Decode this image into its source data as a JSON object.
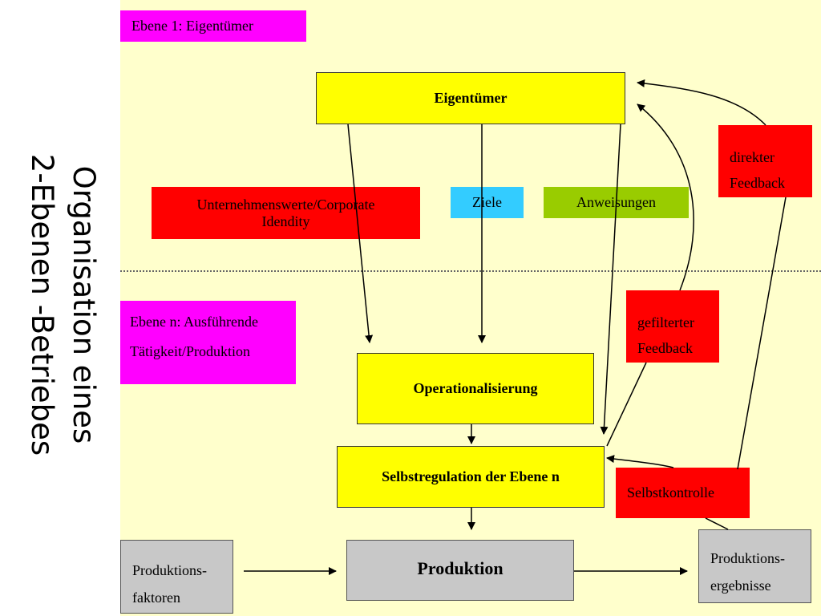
{
  "title": {
    "line1": "Organisation eines",
    "line2": "2-Ebenen -Betriebes"
  },
  "level1_label": "Ebene 1: Eigentümer",
  "leveln_label": {
    "line1": "Ebene n: Ausführende",
    "line2": "Tätigkeit/Produktion"
  },
  "boxes": {
    "eigentuemer": "Eigentümer",
    "unternehmenswerte": {
      "line1": "Unternehmenswerte/Corporate",
      "line2": "Idendity"
    },
    "ziele": "Ziele",
    "anweisungen": "Anweisungen",
    "direkter_feedback": {
      "line1": "direkter",
      "line2": "Feedback"
    },
    "gefilterter_feedback": {
      "line1": "gefilterter",
      "line2": "Feedback"
    },
    "operationalisierung": "Operationalisierung",
    "selbstregulation": "Selbstregulation der Ebene n",
    "selbstkontrolle": "Selbstkontrolle",
    "produktion": "Produktion",
    "produktionsfaktoren": {
      "line1": "Produktions-",
      "line2": "faktoren"
    },
    "produktionsergebnisse": {
      "line1": "Produktions-",
      "line2": "ergebnisse"
    }
  },
  "colors": {
    "background": "#ffffcc",
    "yellow": "#ffff00",
    "red": "#ff0000",
    "magenta": "#ff00ff",
    "cyan": "#33ccff",
    "green": "#99cc00",
    "gray": "#c8c8c8"
  }
}
